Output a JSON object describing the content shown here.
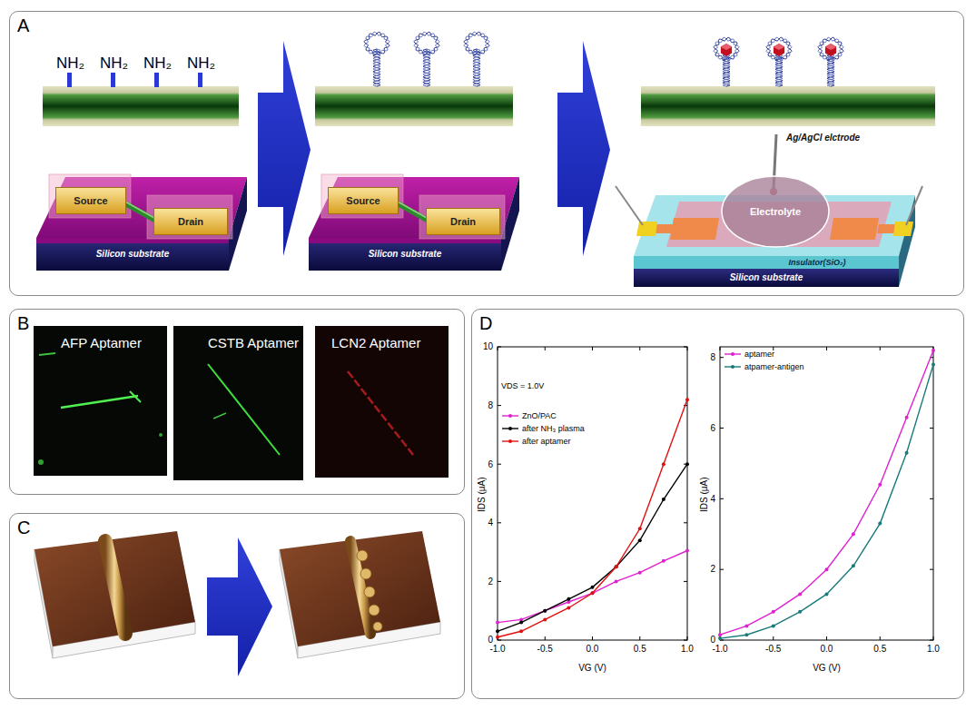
{
  "diagram": {
    "nodes": [
      {
        "text": [
          "A"
        ]
      },
      {
        "text": [
          "Source"
        ],
        "in": 0
      },
      {
        "text": [
          "Drain"
        ],
        "in": 0
      },
      {
        "text": [
          "Source"
        ],
        "in": 0
      },
      {
        "text": [
          "Drain"
        ],
        "in": 0
      },
      {
        "text": [
          "Electrolyte"
        ],
        "in": 0
      },
      {
        "text": [
          "B"
        ]
      },
      {
        "text": [
          "AFP Aptamer"
        ],
        "in": 6
      },
      {
        "text": [
          "CSTB Aptamer"
        ],
        "in": 6
      },
      {
        "text": [
          "LCN2 Aptamer"
        ],
        "in": 6
      },
      {
        "text": [
          "C"
        ]
      },
      {
        "text": [
          "D"
        ]
      }
    ],
    "labels": [
      "NH₂",
      "NH₂",
      "NH₂",
      "NH₂",
      "Silicon substrate",
      "Silicon substrate",
      "Ag/AgCl elctrode",
      "Insulator(SiO₂)",
      "Silicon substrate",
      "VDS = 1.0V",
      "10",
      "8",
      "6",
      "4",
      "2",
      "0",
      "-1.0",
      "-0.5",
      "0.0",
      "0.5",
      "1.0",
      "IDS (μA)",
      "VG (V)",
      "8",
      "6",
      "4",
      "2",
      "0",
      "-1.0",
      "-0.5",
      "0.0",
      "0.5",
      "1.0",
      "IDS (μA)",
      "VG (V)"
    ],
    "legend": [
      {
        "text": "ZnO/PAC"
      },
      {
        "text": "after NH₃ plasma"
      },
      {
        "text": "after aptamer"
      },
      {
        "text": "aptamer"
      },
      {
        "text": "atpamer-antigen"
      }
    ]
  }
}
